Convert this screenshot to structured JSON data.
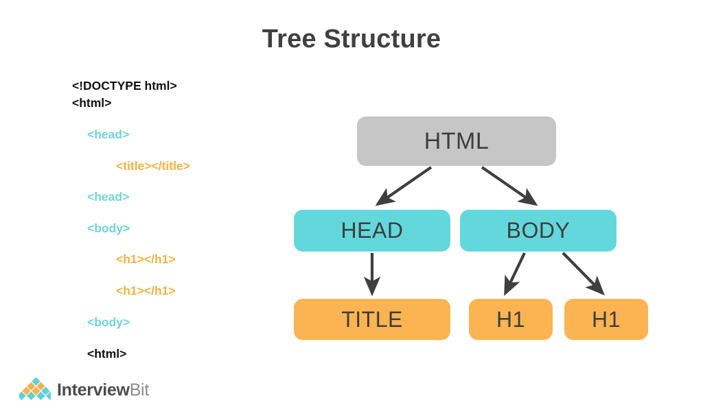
{
  "page": {
    "title": "Tree Structure",
    "background": "#ffffff",
    "title_color": "#404040"
  },
  "code_panel": {
    "lines": [
      {
        "text": "<!DOCTYPE html>",
        "color": "#111111",
        "indent": 0
      },
      {
        "text": "<html>",
        "color": "#111111",
        "indent": 0
      },
      {
        "text": "<head>",
        "color": "#6fd4dc",
        "indent": 1
      },
      {
        "text": "<title></title>",
        "color": "#fbb040",
        "indent": 2
      },
      {
        "text": "<head>",
        "color": "#6fd4dc",
        "indent": 1
      },
      {
        "text": "<body>",
        "color": "#6fd4dc",
        "indent": 1
      },
      {
        "text": "<h1></h1>",
        "color": "#fbb040",
        "indent": 2
      },
      {
        "text": "<h1></h1>",
        "color": "#fbb040",
        "indent": 2
      },
      {
        "text": "<body>",
        "color": "#6fd4dc",
        "indent": 1
      },
      {
        "text": "<html>",
        "color": "#111111",
        "indent": 0
      }
    ]
  },
  "tree": {
    "nodes": [
      {
        "id": "html",
        "label": "HTML",
        "color": "#c6c6c6",
        "level": 0
      },
      {
        "id": "head",
        "label": "HEAD",
        "color": "#62d8dd",
        "level": 1
      },
      {
        "id": "body",
        "label": "BODY",
        "color": "#62d8dd",
        "level": 1
      },
      {
        "id": "title",
        "label": "TITLE",
        "color": "#fbb451",
        "level": 2
      },
      {
        "id": "h1a",
        "label": "H1",
        "color": "#fbb451",
        "level": 2
      },
      {
        "id": "h1b",
        "label": "H1",
        "color": "#fbb451",
        "level": 2
      }
    ],
    "edges": [
      {
        "from": "html",
        "to": "head"
      },
      {
        "from": "html",
        "to": "body"
      },
      {
        "from": "head",
        "to": "title"
      },
      {
        "from": "body",
        "to": "h1a"
      },
      {
        "from": "body",
        "to": "h1b"
      }
    ],
    "arrow_color": "#3f3f3f"
  },
  "logo": {
    "name_bold": "Interview",
    "name_light": "Bit",
    "colors": {
      "cyan": "#5fd0d8",
      "orange": "#f6b352",
      "text_bold": "#4c4c4c",
      "text_light": "#8b8b8b"
    }
  }
}
